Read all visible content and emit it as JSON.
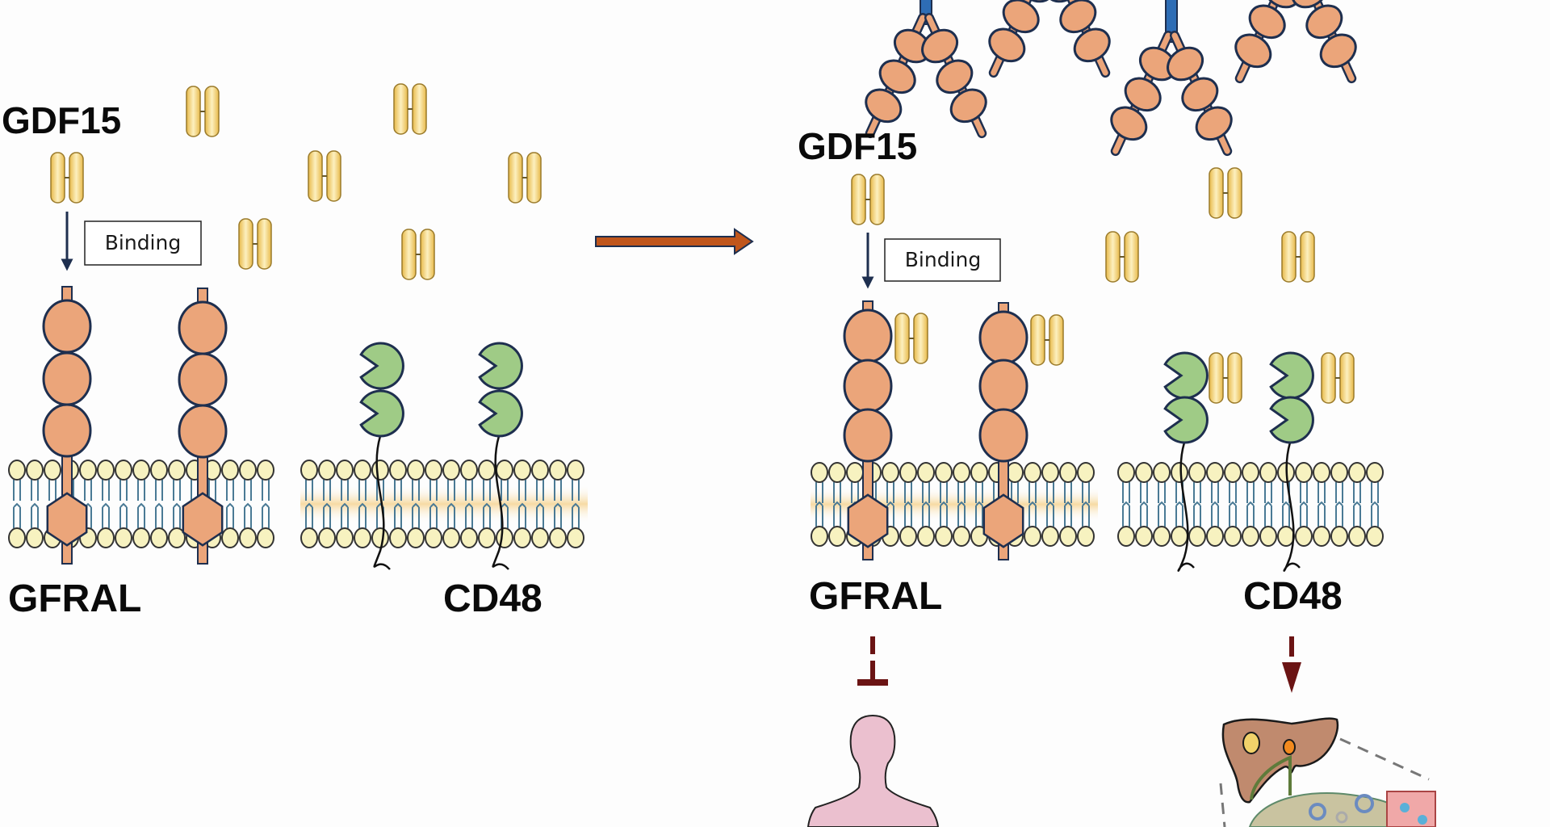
{
  "figure": {
    "description": "GDF15 binding to GFRAL and CD48 receptors, before and after antibody treatment",
    "colors": {
      "gdf15_fill": "#f3cf6a",
      "gdf15_outline": "#9a7a2a",
      "receptor_fill": "#eba57a",
      "receptor_outline": "#1e2f4f",
      "cd48_fill": "#9fcb86",
      "antibody_stem": "#2e6db5",
      "membrane_head": "#f7f2c0",
      "membrane_tail": "#4a7a95",
      "process_arrow": "#c0561c",
      "effect_arrow": "#6b1414",
      "person_fill": "#ebc0cf",
      "liver_fill": "#c08a6e"
    }
  },
  "left_panel": {
    "ligand_label": "GDF15",
    "binding_label": "Binding",
    "receptor_labels": [
      "GFRAL",
      "CD48"
    ]
  },
  "transition_arrow": {
    "icon": "right-arrow-icon"
  },
  "right_panel": {
    "ligand_label": "GDF15",
    "binding_label": "Binding",
    "receptor_labels": [
      "GFRAL",
      "CD48"
    ],
    "effects": [
      {
        "receptor": "GFRAL",
        "type": "inhibition",
        "icon": "person-silhouette-icon"
      },
      {
        "receptor": "CD48",
        "type": "activation",
        "icon": "liver-tumor-icon"
      }
    ]
  }
}
